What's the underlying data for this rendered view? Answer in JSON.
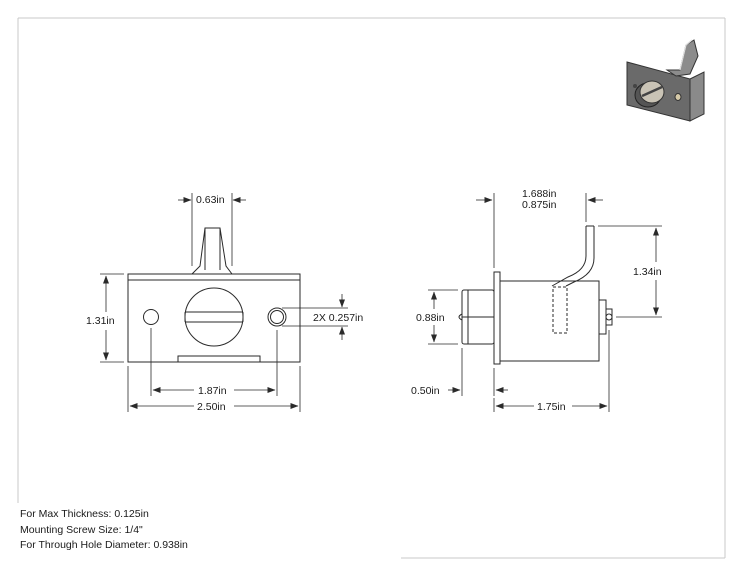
{
  "front_view": {
    "tab_width": "0.63in",
    "height": "1.31in",
    "hole_callout": "2X 0.257in",
    "hole_spacing": "1.87in",
    "overall_width": "2.50in"
  },
  "side_view": {
    "top_dim_1": "1.688in",
    "top_dim_2": "0.875in",
    "lever_height": "1.34in",
    "body_height": "0.88in",
    "screw_length": "0.50in",
    "depth": "1.75in"
  },
  "notes": {
    "max_thickness": "For Max Thickness: 0.125in",
    "screw_size": "Mounting Screw Size: 1/4\"",
    "through_hole": "For Through Hole Diameter: 0.938in"
  },
  "colors": {
    "line": "#2a2a2a",
    "frame": "#c8c8c8",
    "part_dark": "#5a5a5a",
    "part_light": "#d8d2c8"
  },
  "icons": {
    "iso_view": "isometric-part-render"
  }
}
